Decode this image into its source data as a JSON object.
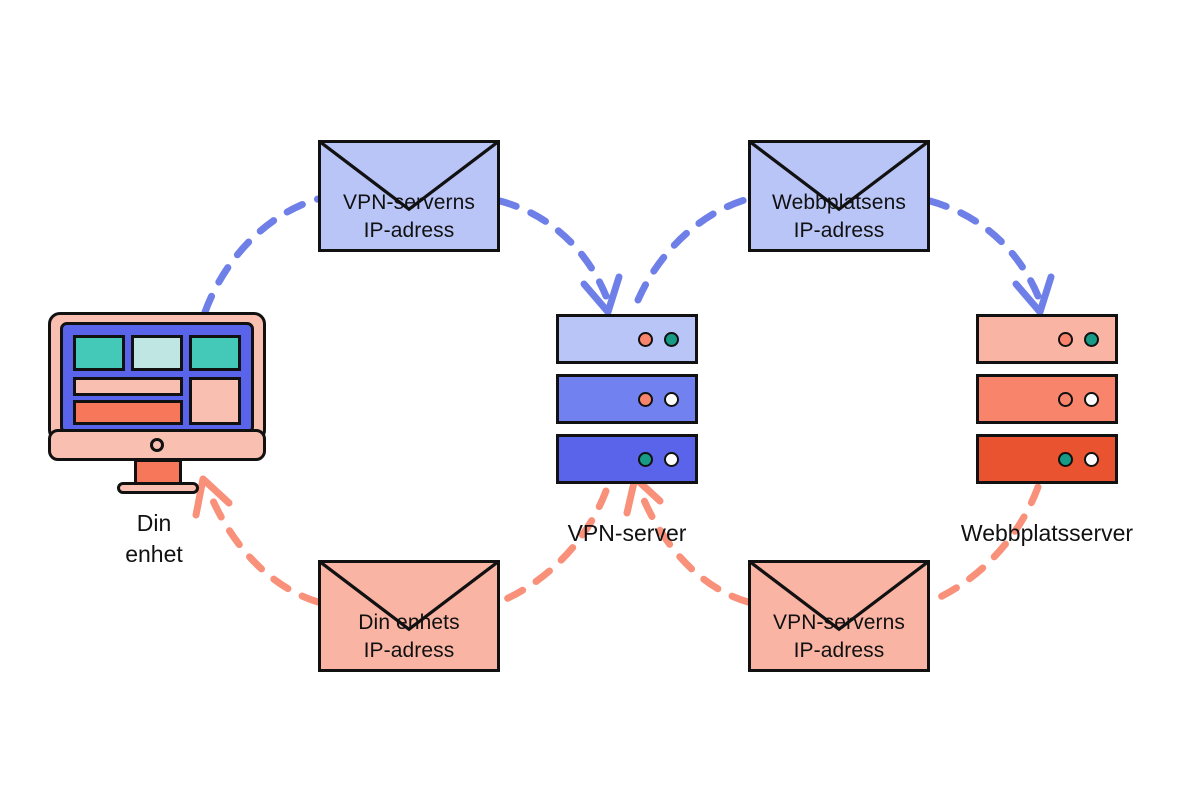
{
  "diagram": {
    "title": "VPN traffic flow diagram",
    "language": "sv",
    "background": "#ffffff"
  },
  "palette": {
    "blue_light": "#b9c4f7",
    "blue_mid": "#7182f0",
    "blue_dark": "#5a64ea",
    "orange_light": "#f9b4a4",
    "orange_mid": "#f9846c",
    "orange_dark": "#e9532f",
    "teal": "#44c9b9",
    "teal_pale": "#bfe6e2",
    "outline": "#111111",
    "arrow_blue": "#6f7fe8",
    "arrow_orange": "#f9907a"
  },
  "envelopes": [
    {
      "id": "vpn-server-ip-top",
      "line1": "VPN-serverns",
      "line2": "IP-adress",
      "color": "#b9c4f7",
      "direction": "outbound"
    },
    {
      "id": "website-ip-top",
      "line1": "Webbplatsens",
      "line2": "IP-adress",
      "color": "#b9c4f7",
      "direction": "outbound"
    },
    {
      "id": "device-ip-bottom",
      "line1": "Din enhets",
      "line2": "IP-adress",
      "color": "#f9b4a4",
      "direction": "return"
    },
    {
      "id": "vpn-server-ip-bottom",
      "line1": "VPN-serverns",
      "line2": "IP-adress",
      "color": "#f9b4a4",
      "direction": "return"
    }
  ],
  "nodes": [
    {
      "id": "device",
      "caption": "Din\nenhet",
      "type": "monitor"
    },
    {
      "id": "vpn-server",
      "caption": "VPN-server",
      "type": "server-stack"
    },
    {
      "id": "web-server",
      "caption": "Webbplatsserver",
      "type": "server-stack"
    }
  ],
  "vpn_server": {
    "caption": "VPN-server",
    "units": [
      {
        "fill": "#b9c4f7",
        "led_left": "#f9846c",
        "led_right": "#179a86"
      },
      {
        "fill": "#7182f0",
        "led_left": "#f9846c",
        "led_right": "#ffffff"
      },
      {
        "fill": "#5a64ea",
        "led_left": "#179a86",
        "led_right": "#ffffff"
      }
    ]
  },
  "web_server": {
    "caption": "Webbplatsserver",
    "units": [
      {
        "fill": "#f9b4a4",
        "led_left": "#f9846c",
        "led_right": "#179a86"
      },
      {
        "fill": "#f9846c",
        "led_left": "#f9846c",
        "led_right": "#ffffff"
      },
      {
        "fill": "#e9532f",
        "led_left": "#179a86",
        "led_right": "#ffffff"
      }
    ]
  },
  "device": {
    "caption": "Din\nenhet",
    "screen_tiles": [
      {
        "fill": "#44c9b9"
      },
      {
        "fill": "#bfe6e2"
      },
      {
        "fill": "#44c9b9"
      },
      {
        "fill": "#f9bfb0"
      },
      {
        "fill": "#f7775a"
      },
      {
        "fill": "#f9bfb0"
      }
    ]
  },
  "flows": [
    {
      "id": "flow-device-to-vpn",
      "from": "device",
      "to": "vpn-server",
      "style": "dashed",
      "color": "#6f7fe8",
      "label": "VPN-serverns IP-adress"
    },
    {
      "id": "flow-vpn-to-web",
      "from": "vpn-server",
      "to": "web-server",
      "style": "dashed",
      "color": "#6f7fe8",
      "label": "Webbplatsens IP-adress"
    },
    {
      "id": "flow-web-to-vpn",
      "from": "web-server",
      "to": "vpn-server",
      "style": "dashed",
      "color": "#f9907a",
      "label": "VPN-serverns IP-adress"
    },
    {
      "id": "flow-vpn-to-device",
      "from": "vpn-server",
      "to": "device",
      "style": "dashed",
      "color": "#f9907a",
      "label": "Din enhets IP-adress"
    }
  ]
}
